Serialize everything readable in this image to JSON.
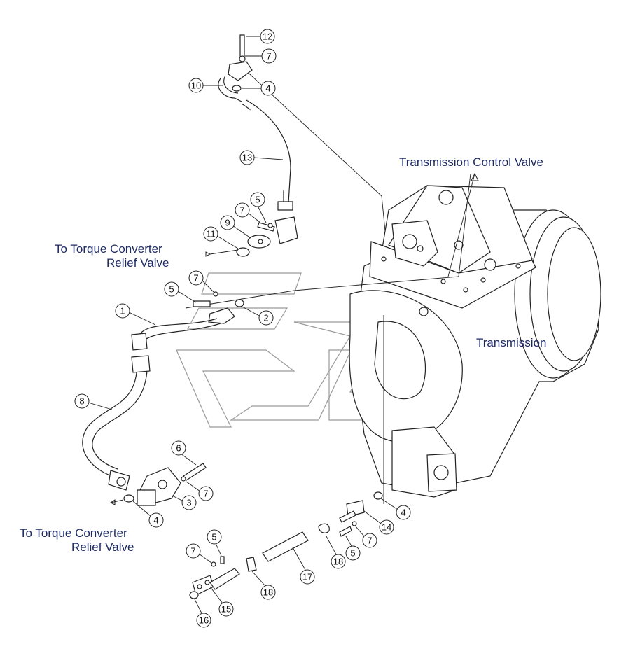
{
  "labels": {
    "transmission_control_valve": "Transmission Control Valve",
    "transmission": "Transmission",
    "relief_valve_top_line1": "To Torque Converter",
    "relief_valve_top_line2": "Relief Valve",
    "relief_valve_bottom_line1": "To Torque Converter",
    "relief_valve_bottom_line2": "Relief Valve"
  },
  "callouts": [
    {
      "id": "c12",
      "text": "12"
    },
    {
      "id": "c7a",
      "text": "7"
    },
    {
      "id": "c10",
      "text": "10"
    },
    {
      "id": "c4a",
      "text": "4"
    },
    {
      "id": "c13",
      "text": "13"
    },
    {
      "id": "c5a",
      "text": "5"
    },
    {
      "id": "c7b",
      "text": "7"
    },
    {
      "id": "c9",
      "text": "9"
    },
    {
      "id": "c11",
      "text": "11"
    },
    {
      "id": "c7c",
      "text": "7"
    },
    {
      "id": "c5b",
      "text": "5"
    },
    {
      "id": "c1",
      "text": "1"
    },
    {
      "id": "c2",
      "text": "2"
    },
    {
      "id": "c8",
      "text": "8"
    },
    {
      "id": "c6",
      "text": "6"
    },
    {
      "id": "c7d",
      "text": "7"
    },
    {
      "id": "c3",
      "text": "3"
    },
    {
      "id": "c4b",
      "text": "4"
    },
    {
      "id": "c4c",
      "text": "4"
    },
    {
      "id": "c14",
      "text": "14"
    },
    {
      "id": "c7e",
      "text": "7"
    },
    {
      "id": "c5c",
      "text": "5"
    },
    {
      "id": "c18a",
      "text": "18"
    },
    {
      "id": "c17",
      "text": "17"
    },
    {
      "id": "c18b",
      "text": "18"
    },
    {
      "id": "c5d",
      "text": "5"
    },
    {
      "id": "c7f",
      "text": "7"
    },
    {
      "id": "c15",
      "text": "15"
    },
    {
      "id": "c16",
      "text": "16"
    }
  ]
}
